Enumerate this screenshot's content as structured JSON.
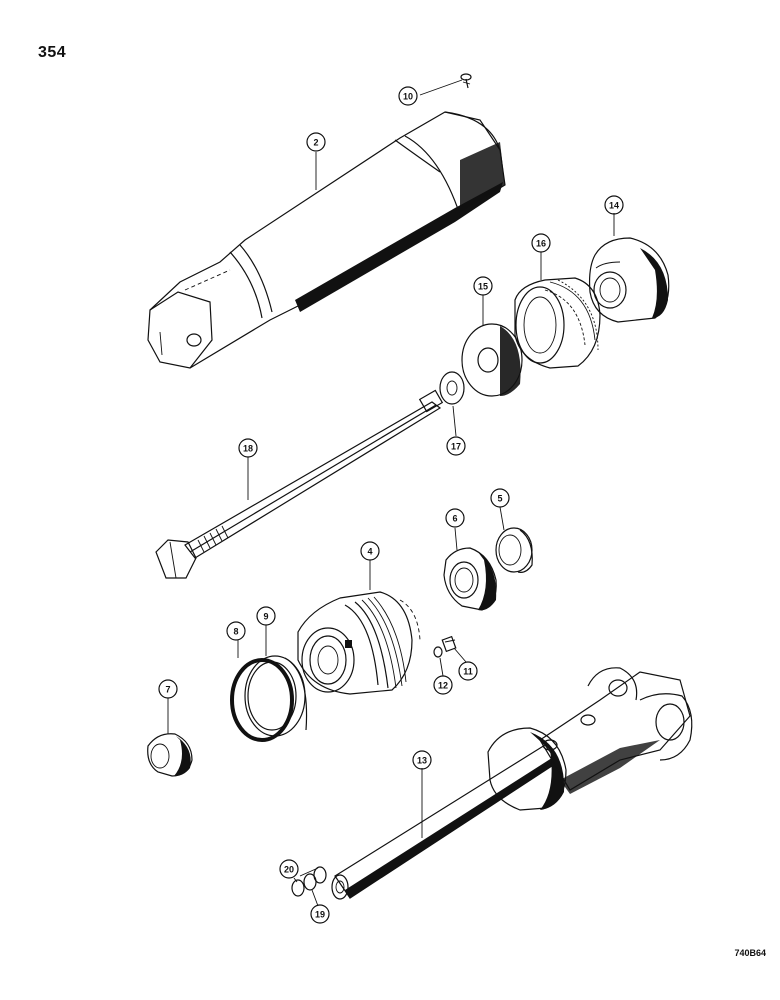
{
  "page_number": "354",
  "figure_code": "740B64",
  "callouts": {
    "c2": "2",
    "c4": "4",
    "c5": "5",
    "c6": "6",
    "c7": "7",
    "c8": "8",
    "c9": "9",
    "c10": "10",
    "c11": "11",
    "c12": "12",
    "c13": "13",
    "c14": "14",
    "c15": "15",
    "c16": "16",
    "c17": "17",
    "c18": "18",
    "c19": "19",
    "c20": "20"
  }
}
